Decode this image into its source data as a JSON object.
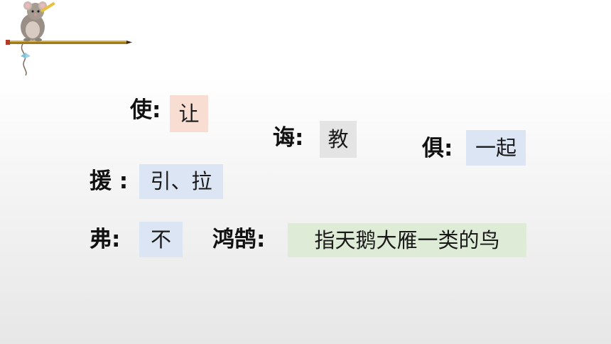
{
  "slide": {
    "entries": [
      {
        "term": "使:",
        "gloss": "让"
      },
      {
        "term": "诲:",
        "gloss": "教"
      },
      {
        "term": "俱:",
        "gloss": "一起"
      },
      {
        "term": "援 :",
        "gloss": "引、拉"
      },
      {
        "term": "弗:",
        "gloss": "不"
      },
      {
        "term": "鸿鹄:",
        "gloss": "指天鹅大雁一类的鸟"
      }
    ]
  },
  "colors": {
    "peach": "#f8ddd2",
    "gray": "#e4e4e4",
    "blue": "#dbe5f3",
    "green": "#deebd6"
  },
  "icons": {
    "decoration": "mouse-with-pencil-icon"
  }
}
